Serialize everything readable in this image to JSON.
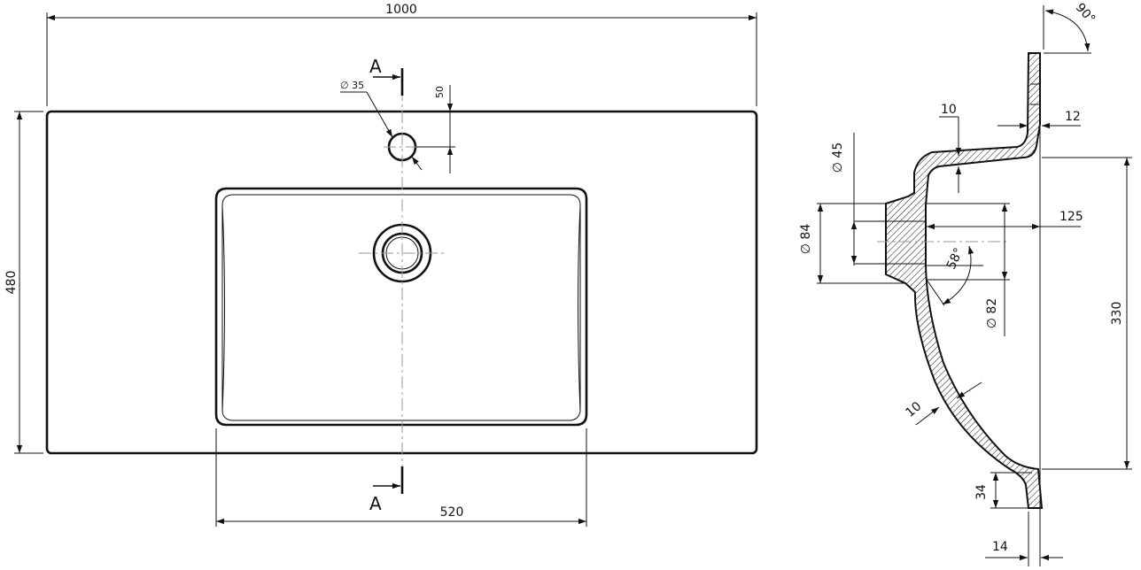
{
  "plan_view": {
    "overall_width": "1000",
    "overall_depth": "480",
    "bowl_width": "520",
    "tap_hole_diameter": "∅ 35",
    "tap_hole_offset": "50",
    "section_marker": "A"
  },
  "section_view": {
    "wall_angle": "90°",
    "top_thickness": "10",
    "back_thickness": "12",
    "drain_diameter": "∅ 45",
    "outlet_outer_diameter": "∅ 84",
    "outlet_depth": "125",
    "outlet_angle": "58°",
    "outlet_inner_diameter": "∅ 82",
    "bowl_thickness": "10",
    "bowl_depth": "330",
    "lip_height": "34",
    "lip_thickness": "14"
  }
}
